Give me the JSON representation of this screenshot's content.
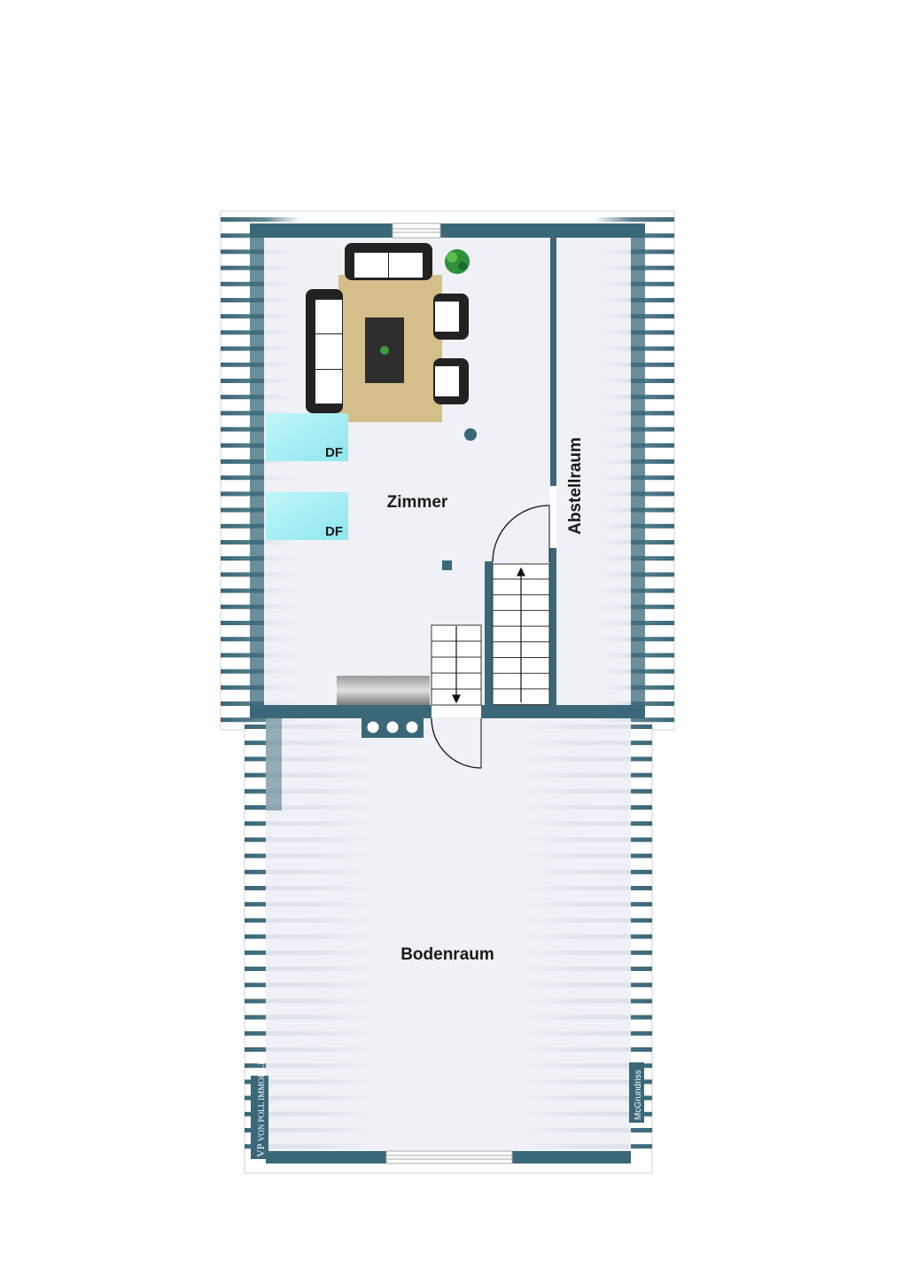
{
  "rooms": {
    "zimmer": "Zimmer",
    "abstellraum": "Abstellraum",
    "bodenraum": "Bodenraum"
  },
  "skylights": [
    "DF",
    "DF"
  ],
  "logos": {
    "agency": "VON POLL IMMOBILIEN",
    "agency_mark": "VP",
    "drafter": "McGrundriss"
  },
  "colors": {
    "wall": "#3a6878",
    "floor": "#eef0f5",
    "skylight": "#aef0f4",
    "rug": "#d4bf8a"
  }
}
